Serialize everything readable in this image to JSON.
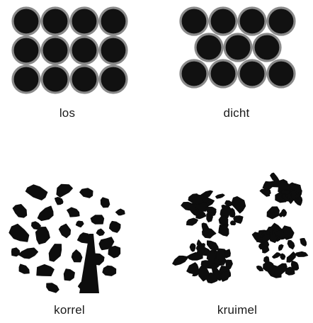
{
  "panels": [
    {
      "key": "los",
      "label": "los",
      "kind": "loose-circles"
    },
    {
      "key": "dicht",
      "label": "dicht",
      "kind": "dense-circles"
    },
    {
      "key": "korrel",
      "label": "korrel",
      "kind": "granular-fragments"
    },
    {
      "key": "kruimel",
      "label": "kruimel",
      "kind": "crumb-clusters"
    }
  ],
  "colors": {
    "particle_fill": "#111111",
    "particle_ring": "#8a8a8a",
    "fragment_fill": "#0d0d0d",
    "background": "#ffffff"
  }
}
